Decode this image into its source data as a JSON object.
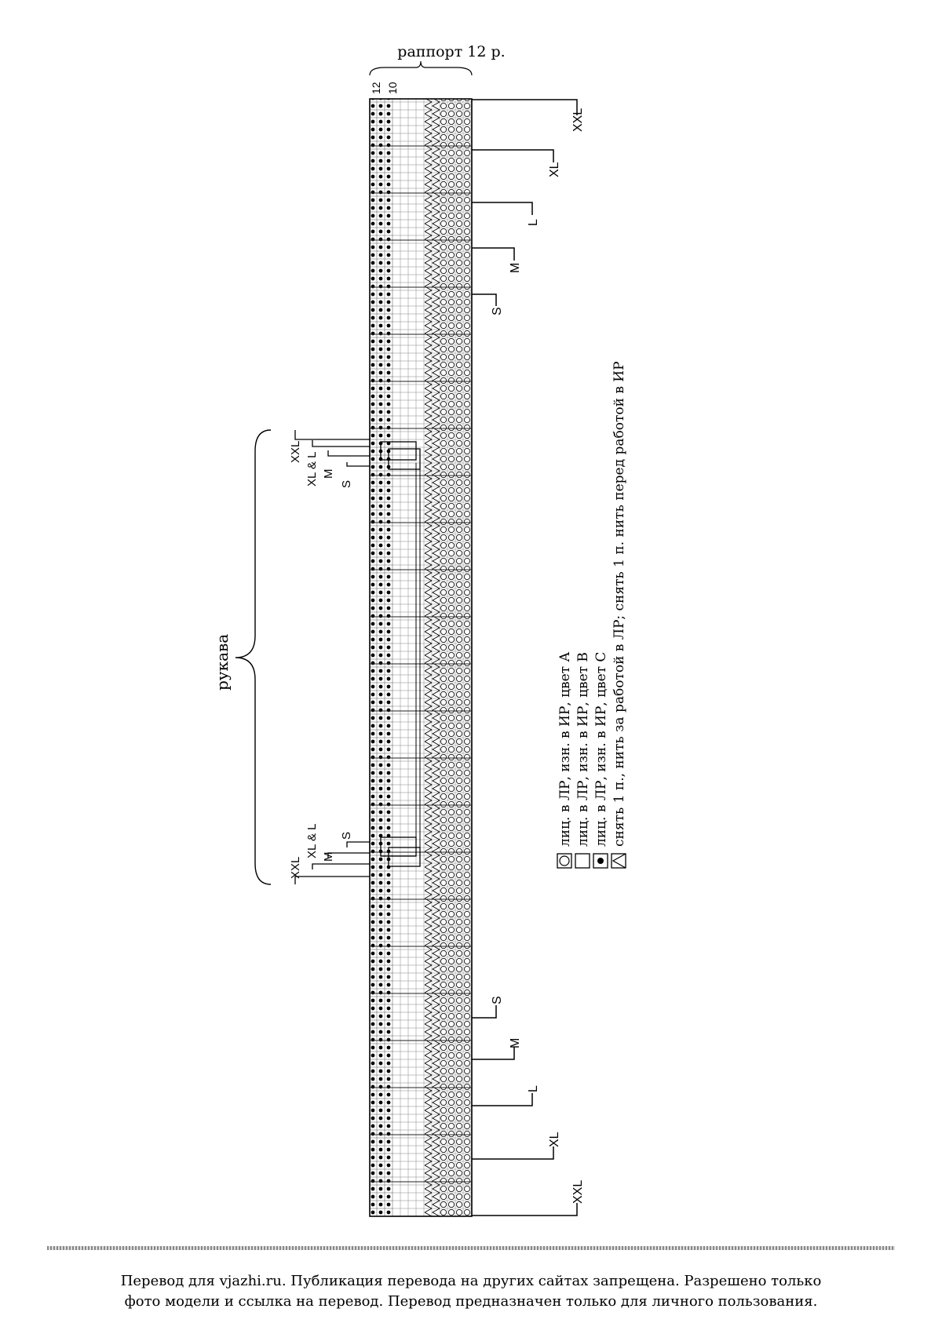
{
  "chart_header": {
    "repeat_label": "раппорт 12 р.",
    "col_number_12": "12",
    "col_number_10": "10"
  },
  "sleeve_label": "рукава",
  "size_labels": {
    "right_top": [
      "XXL",
      "XL",
      "L",
      "M",
      "S"
    ],
    "right_bottom": [
      "S",
      "M",
      "L",
      "XL",
      "XXL"
    ],
    "left_top": [
      "XXL",
      "XL & L",
      "M",
      "S"
    ],
    "left_bottom": [
      "XXL",
      "XL & L",
      "M",
      "S"
    ]
  },
  "legend": [
    {
      "symbol": "circle",
      "text": "лиц. в ЛР, изн. в ИР, цвет А"
    },
    {
      "symbol": "empty",
      "text": "лиц. в ЛР, изн. в ИР, цвет В"
    },
    {
      "symbol": "dot",
      "text": "лиц. в ЛР, изн. в ИР, цвет С"
    },
    {
      "symbol": "slip",
      "text": "снять 1 п., нить за работой в ЛР; снять 1 п. нить перед работой в ИР"
    }
  ],
  "footer": {
    "line1": "Перевод для vjazhi.ru. Публикация перевода на других сайтах запрещена. Разрешено только",
    "line2": "фото модели и ссылка на перевод.  Перевод предназначен только для личного пользования."
  }
}
